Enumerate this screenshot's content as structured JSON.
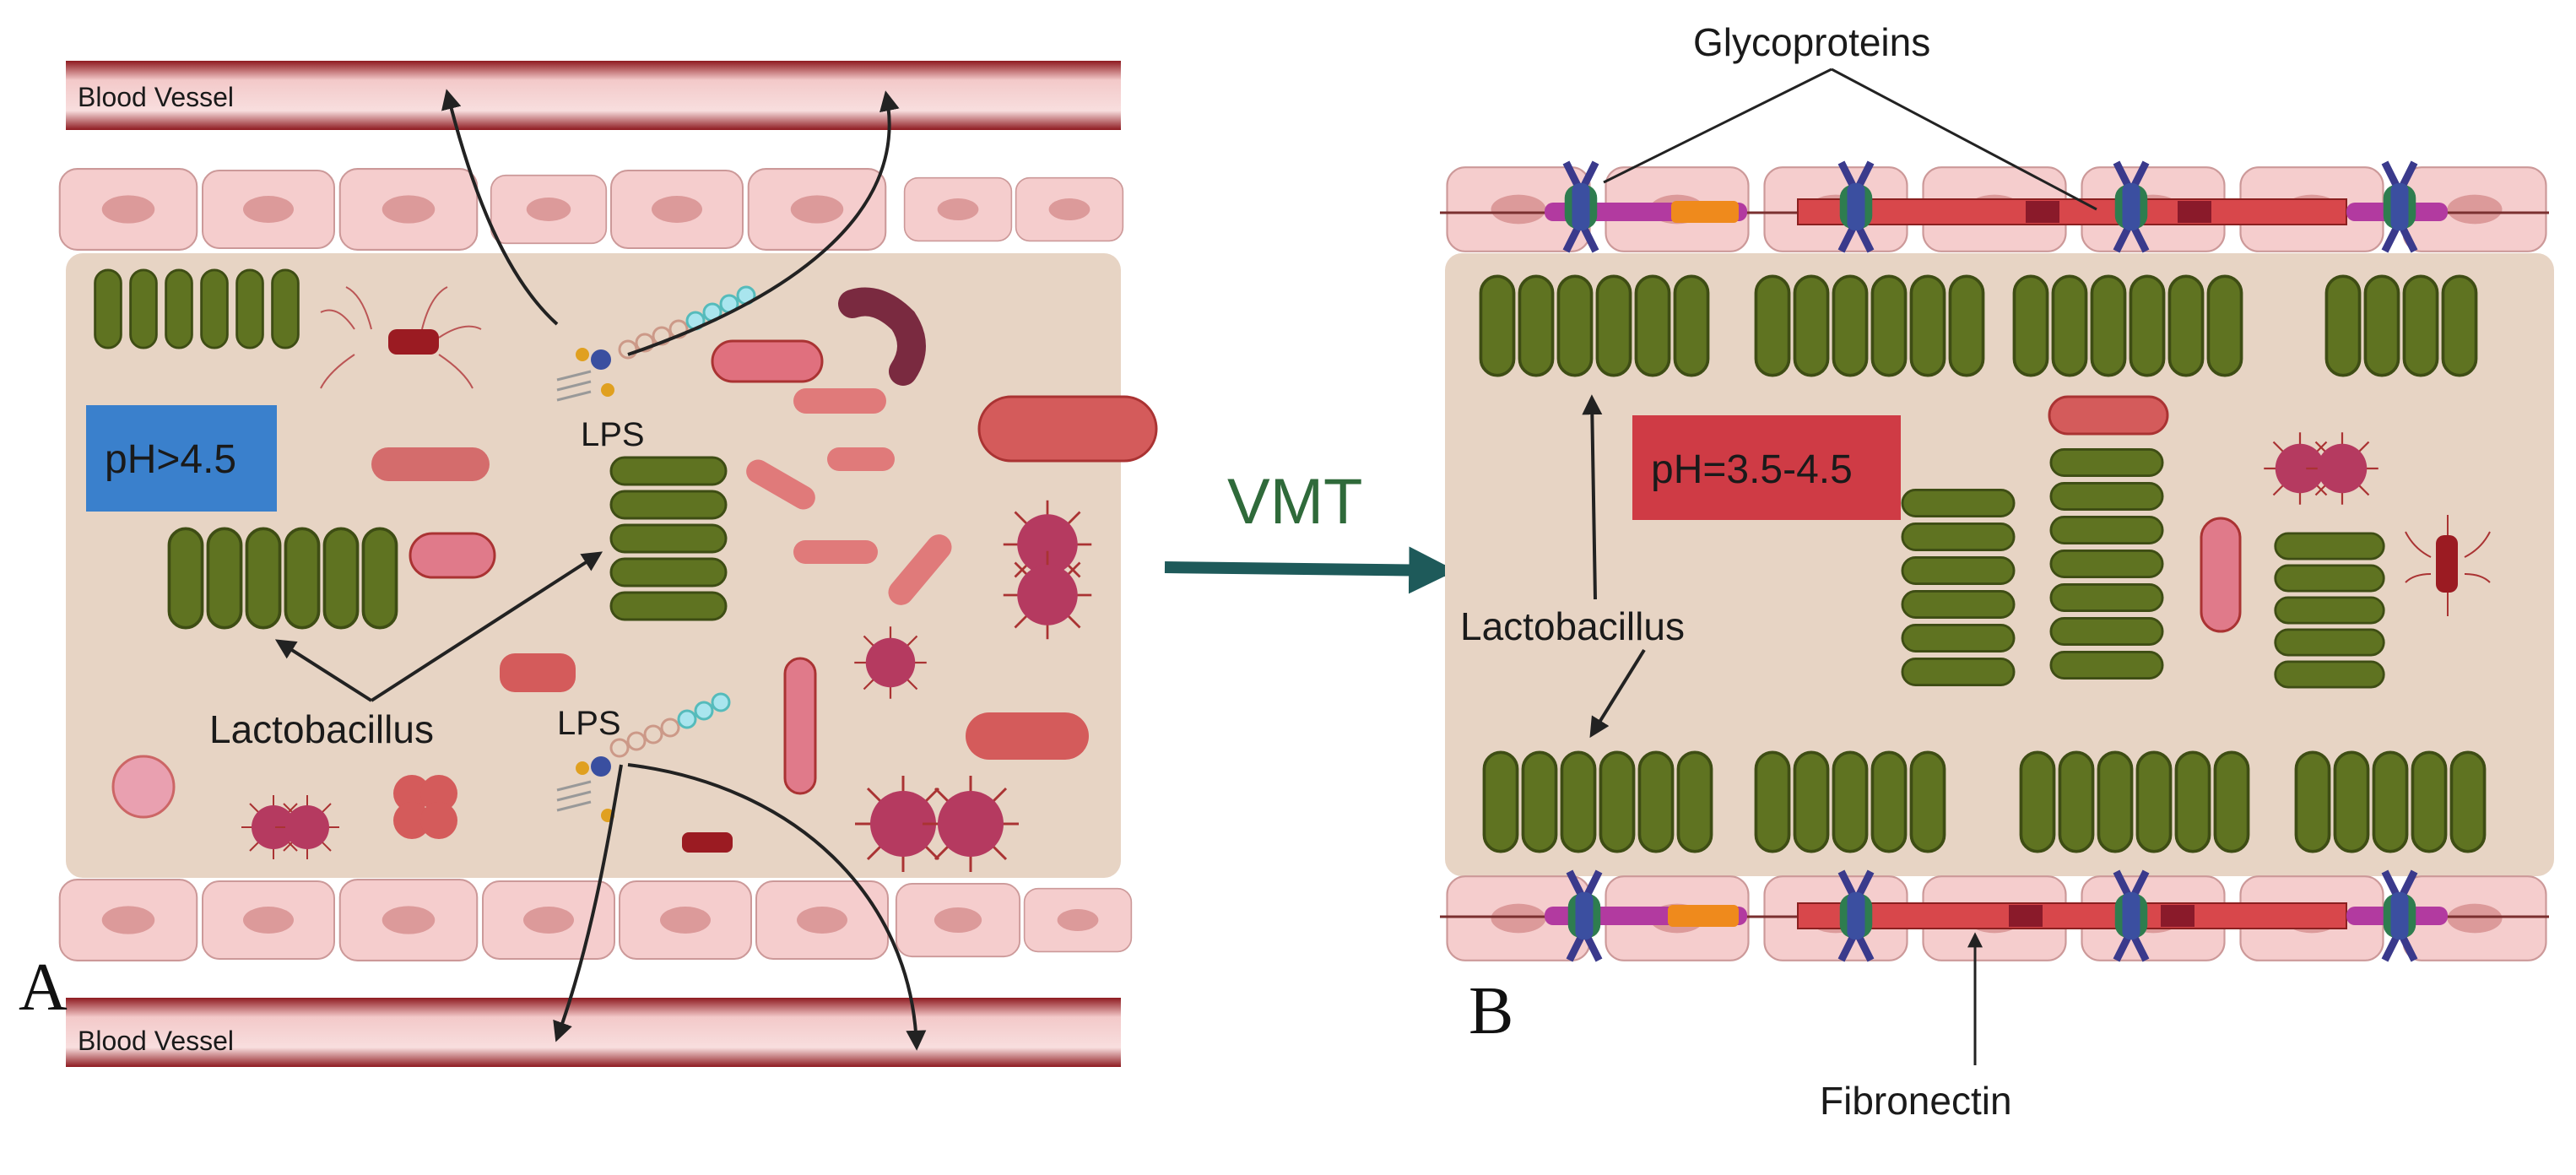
{
  "panel_a": {
    "label": "A",
    "blood_vessel_top": "Blood Vessel",
    "blood_vessel_bottom": "Blood Vessel",
    "ph_label": "pH>4.5",
    "lps_top": "LPS",
    "lps_bottom": "LPS",
    "lactobacillus": "Lactobacillus"
  },
  "arrow_label": "VMT",
  "panel_b": {
    "label": "B",
    "glycoproteins": "Glycoproteins",
    "fibronectin": "Fibronectin",
    "ph_label": "pH=3.5-4.5",
    "lactobacillus": "Lactobacillus"
  },
  "colors": {
    "vessel_red": "#9b1b22",
    "epithelial_cell": "#f5cdcd",
    "tissue": "#e7d4c4",
    "lactobacillus_green": "#5f7321",
    "ph_blue_box": "#3a80cc",
    "ph_red_box": "#cf3b45",
    "vmt_arrow": "#1e5a5a"
  }
}
